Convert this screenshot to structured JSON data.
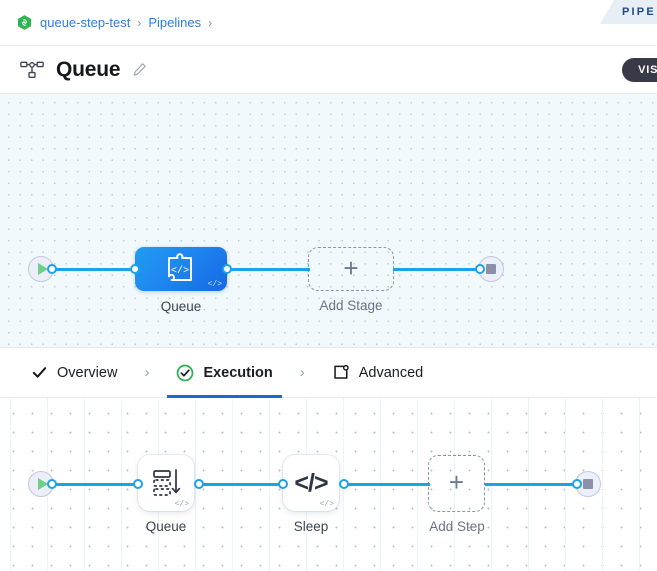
{
  "ribbon": {
    "label": "PIPE"
  },
  "breadcrumb": {
    "project_icon": "link-hex-icon",
    "items": [
      {
        "label": "queue-step-test"
      },
      {
        "label": "Pipelines"
      }
    ],
    "separator": "›"
  },
  "header": {
    "icon": "pipeline-icon",
    "title": "Queue",
    "edit_icon": "pencil-icon",
    "visual_badge": "VISU"
  },
  "stage_canvas": {
    "start_node": {
      "name": "start-node",
      "icon": "play-icon"
    },
    "end_node": {
      "name": "end-node",
      "icon": "stop-icon"
    },
    "stages": [
      {
        "label": "Queue",
        "icon": "code-puzzle-icon",
        "badge": "</>"
      }
    ],
    "add_stage": {
      "label": "Add Stage",
      "icon": "plus-icon"
    }
  },
  "tabs": {
    "chevron": "›",
    "items": [
      {
        "label": "Overview",
        "icon": "check-icon",
        "active": false
      },
      {
        "label": "Execution",
        "icon": "check-circle-icon",
        "active": true
      },
      {
        "label": "Advanced",
        "icon": "frame-gear-icon",
        "active": false
      }
    ]
  },
  "step_canvas": {
    "start_node": {
      "name": "start-node",
      "icon": "play-icon"
    },
    "end_node": {
      "name": "end-node",
      "icon": "stop-icon"
    },
    "steps": [
      {
        "label": "Queue",
        "icon": "queue-stack-icon",
        "badge": "</>"
      },
      {
        "label": "Sleep",
        "icon": "code-brackets-icon",
        "badge": "</>"
      }
    ],
    "add_step": {
      "label": "Add Step",
      "icon": "plus-icon"
    }
  },
  "colors": {
    "accent_blue": "#1aa3e8",
    "link_blue": "#2e7de9",
    "active_tab_underline": "#1769d6",
    "node_gradient_start": "#1f9cf0",
    "node_gradient_end": "#1668e3",
    "success_green": "#22b24c",
    "badge_dark": "#383a47",
    "canvas_top_bg": "#f1f9fc",
    "canvas_bottom_bg": "#ffffff"
  }
}
